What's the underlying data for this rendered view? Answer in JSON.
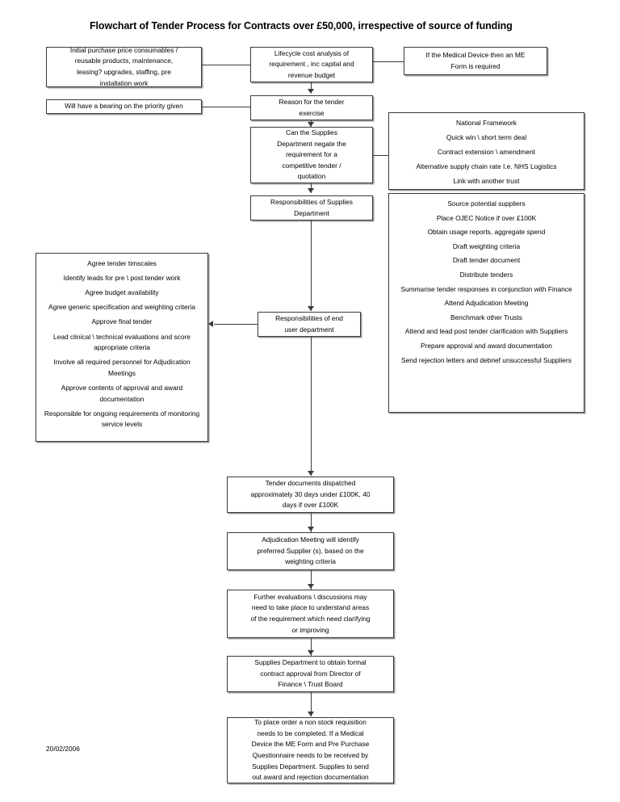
{
  "document": {
    "title": "Flowchart of Tender Process for Contracts over £50,000, irrespective of source of funding",
    "date": "20/02/2006"
  },
  "nodes": {
    "initial_purchase": {
      "name": "initial-purchase-price-box",
      "lines": [
        "Initial purchase price consumables /",
        "reusable products,  maintenance,",
        "leasing?  upgrades, staffing, pre",
        "installation work"
      ]
    },
    "bearing_priority": {
      "name": "bearing-on-priority-box",
      "lines": [
        "Will have a bearing on the priority given"
      ]
    },
    "lifecycle_cost": {
      "name": "lifecycle-cost-analysis-box",
      "lines": [
        "Lifecycle cost analysis of",
        "requirement , inc capital and",
        "revenue budget"
      ]
    },
    "medical_device": {
      "name": "medical-device-me-form-box",
      "lines": [
        "If the Medical Device then an ME",
        "Form is required"
      ]
    },
    "reason_tender": {
      "name": "reason-for-tender-exercise-box",
      "lines": [
        "Reason for the tender",
        "exercise"
      ]
    },
    "negate_requirement": {
      "name": "can-supplies-negate-requirement-box",
      "lines": [
        "Can the Supplies",
        "Department negate  the",
        "requirement for a",
        "competitive tender /",
        "quotation"
      ]
    },
    "national_framework": {
      "name": "national-framework-options-box",
      "lines": [
        "National Framework",
        "Quick win \\ short term deal",
        "Contract extension \\ amendment",
        "Alternative supply chain rate I.e. NHS Logistics",
        "Link with another trust"
      ]
    },
    "resp_supplies": {
      "name": "responsibilities-of-supplies-department-box",
      "lines": [
        "Responsibilities of Supplies",
        "Department"
      ]
    },
    "supplies_duties": {
      "name": "supplies-department-duties-box",
      "lines": [
        "Source potential suppliers",
        "Place OJEC Notice if over £100K",
        "Obtain usage reports, aggregate spend",
        "Draft weighting criteria",
        "Draft tender document",
        "Distribute tenders",
        "Summarise tender responses in conjunction with Finance",
        "Attend Adjudication Meeting",
        "Benchmark other Trusts",
        "Attend and lead post tender clarification with Suppliers",
        "Prepare approval and award documentation",
        "Send rejection letters and debrief unsuccessful Suppliers"
      ]
    },
    "resp_end_user": {
      "name": "responsibilities-of-end-user-department-box",
      "lines": [
        "Responsibilities of end",
        "user department"
      ]
    },
    "end_user_duties": {
      "name": "end-user-department-duties-box",
      "lines": [
        "Agree tender timscales",
        "Identify leads for pre \\ post tender work",
        "Agree budget availability",
        "Agree generic specification and weighting criteria",
        "Approve final tender",
        "Lead clinical \\ technical evaluations and score appropriate criteria",
        "Involve all required personnel for Adjudication Meetings",
        "Approve contents of approval and award documentation",
        "Responsible for ongoing requirements of monitoring service levels"
      ]
    },
    "tender_dispatch": {
      "name": "tender-documents-dispatched-box",
      "lines": [
        "Tender documents dispatched",
        "approximately 30 days under £100K, 40",
        "days if over £100K"
      ]
    },
    "adjudication_meeting": {
      "name": "adjudication-meeting-box",
      "lines": [
        "Adjudication Meeting will identify",
        "preferred Supplier (s), based on the",
        "weighting criteria"
      ]
    },
    "further_evaluations": {
      "name": "further-evaluations-box",
      "lines": [
        "Further evaluations  \\ discussions may",
        "need to take place to understand areas",
        "of the requirement which need clarifying",
        "or improving"
      ]
    },
    "contract_approval": {
      "name": "supplies-obtain-contract-approval-box",
      "lines": [
        "Supplies Department to obtain formal",
        "contract approval from Director of",
        "Finance \\ Trust Board"
      ]
    },
    "place_order": {
      "name": "place-order-requisition-box",
      "lines": [
        "To place order a non stock requisition",
        "needs to be completed.  If a Medical",
        "Device the ME Form and Pre Purchase",
        "Questionnaire needs to be received by",
        "Supplies Department.  Supplies to send",
        "out award and rejection documentation"
      ]
    }
  }
}
